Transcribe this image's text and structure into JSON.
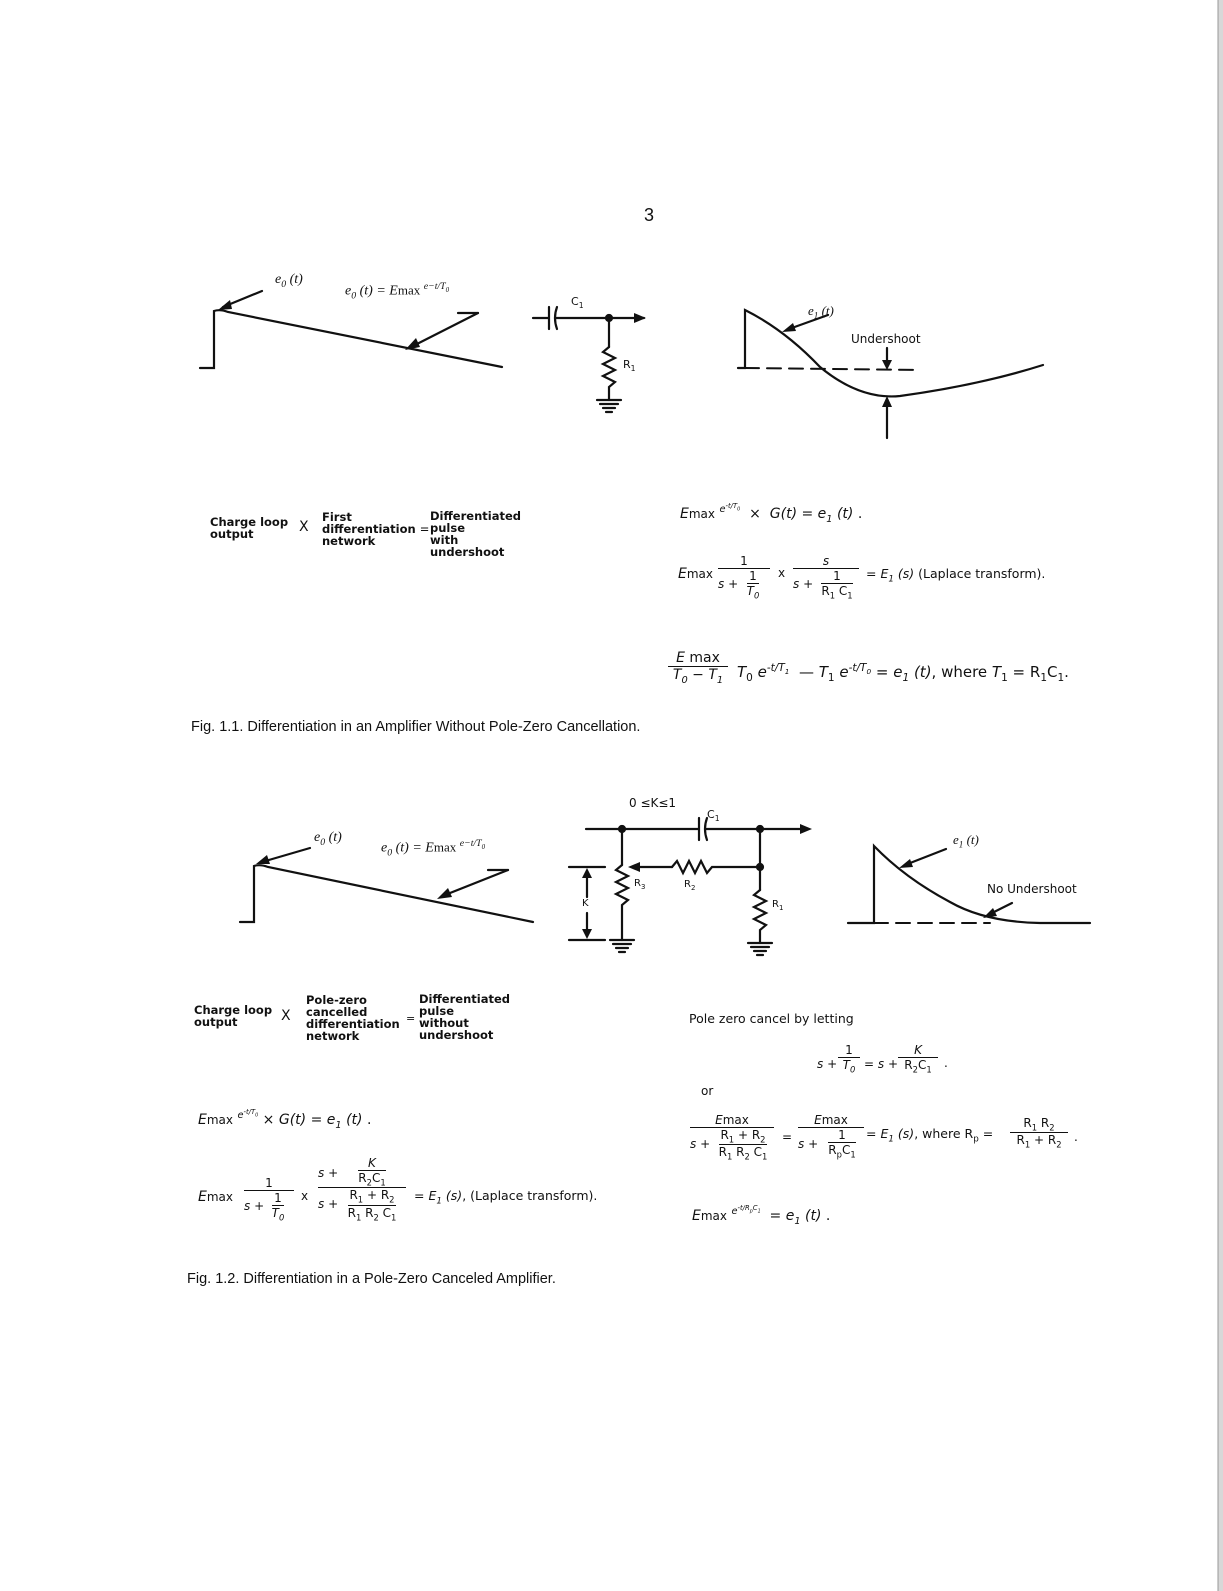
{
  "page_number": "3",
  "fig1": {
    "pulse_label": "e₀(t)",
    "pulse_eq": "e₀(t) = Emax e^(−t/T₀)",
    "c1": "C₁",
    "r1": "R₁",
    "out_label": "e₁(t)",
    "undershoot": "Undershoot",
    "block_a": "Charge loop\noutput",
    "times": "X",
    "block_b": "First\ndifferentiation\nnetwork",
    "eqsign": "=",
    "block_c": "Differentiated\npulse\nwith\nundershoot",
    "eq1": "Emax e^(−t/T₀) × G(t) = e₁(t).",
    "eq2_tail": "= E₁(s) (Laplace transform).",
    "eq3_tail": "= e₁ (t), where T₁ = R₁C₁.",
    "caption": "Fig. 1.1.  Differentiation in an Amplifier Without Pole-Zero Cancellation."
  },
  "fig2": {
    "k_range": "0 ≤K≤1",
    "c1": "C₁",
    "r3": "R₃",
    "r2": "R₂",
    "r1": "R₁",
    "k": "K",
    "pulse_label": "e₀(t)",
    "pulse_eq": "e₀(t) = Emax e^(−t/T₀)",
    "out_label": "e₁(t)",
    "no_undershoot": "No Undershoot",
    "block_a": "Charge loop\noutput",
    "times": "X",
    "block_b": "Pole-zero\ncancelled\ndifferentiation\nnetwork",
    "eqsign": "=",
    "block_c": "Differentiated\npulse\nwithout\nundershoot",
    "pz_text": "Pole zero cancel by letting",
    "or": "or",
    "eq_left1": "Emax e^(−t/T₀) × G(t) = e₁(t).",
    "eq_left2_tail": "= E₁(s), (Laplace transform).",
    "eq_right_tail": "= E₁(s), where Rₚ =",
    "eq_final": "Emax e^(−t/RₚC₁) = e₁(t).",
    "caption": "Fig. 1.2.  Differentiation in a Pole-Zero Canceled Amplifier."
  }
}
